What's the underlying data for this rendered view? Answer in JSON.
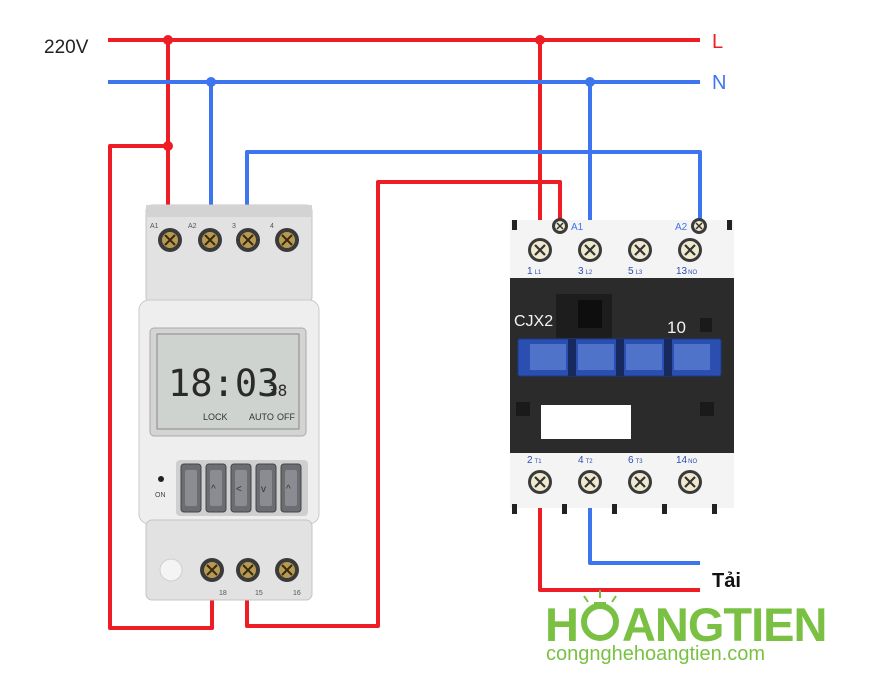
{
  "supply": {
    "voltage_label": "220V",
    "line_label": "L",
    "neutral_label": "N"
  },
  "timer": {
    "terminal_top_labels": [
      "A1",
      "A2",
      "3",
      "4"
    ],
    "display": {
      "time": "18:03",
      "seconds": "38",
      "lock": "LOCK",
      "auto": "AUTO",
      "off": "OFF"
    },
    "on_label": "ON",
    "terminal_bottom_labels": [
      "18",
      "15",
      "16"
    ]
  },
  "contactor": {
    "model": "CJX2",
    "rating": "10",
    "coil_labels": {
      "a1": "A1",
      "a2": "A2"
    },
    "top_terminals": [
      {
        "num": "1",
        "sub": "L1"
      },
      {
        "num": "3",
        "sub": "L2"
      },
      {
        "num": "5",
        "sub": "L3"
      },
      {
        "num": "13",
        "sub": "NO"
      }
    ],
    "bottom_terminals": [
      {
        "num": "2",
        "sub": "T1"
      },
      {
        "num": "4",
        "sub": "T2"
      },
      {
        "num": "6",
        "sub": "T3"
      },
      {
        "num": "14",
        "sub": "NO"
      }
    ]
  },
  "load_label": "Tải",
  "brand": {
    "name_part1": "H",
    "name_part2": "ANGTIEN",
    "website": "congnghehoangtien.com"
  },
  "colors": {
    "live": "#ee1c24",
    "neutral": "#3d74f0",
    "brand_green": "#7ac143",
    "coil_blue": "#2a4fb0"
  }
}
